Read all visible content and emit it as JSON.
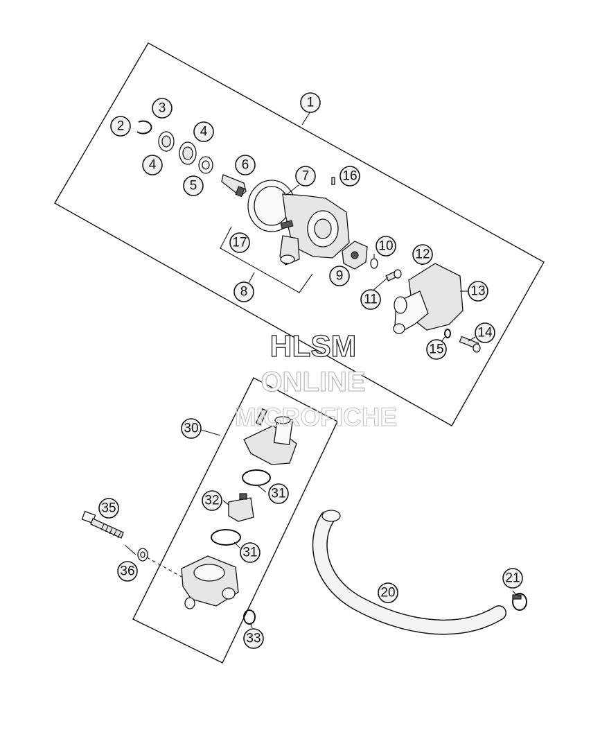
{
  "watermark": {
    "line1": "HLSM",
    "line2": "ONLINE",
    "line3": "MICROFICHE"
  },
  "callouts": {
    "c1": "1",
    "c2": "2",
    "c3": "3",
    "c4a": "4",
    "c4b": "4",
    "c5": "5",
    "c6": "6",
    "c7": "7",
    "c8": "8",
    "c9": "9",
    "c10": "10",
    "c11": "11",
    "c12": "12",
    "c13": "13",
    "c14": "14",
    "c15": "15",
    "c16": "16",
    "c17": "17",
    "c20": "20",
    "c21": "21",
    "c30": "30",
    "c31a": "31",
    "c31b": "31",
    "c32": "32",
    "c33": "33",
    "c35": "35",
    "c36": "36"
  }
}
